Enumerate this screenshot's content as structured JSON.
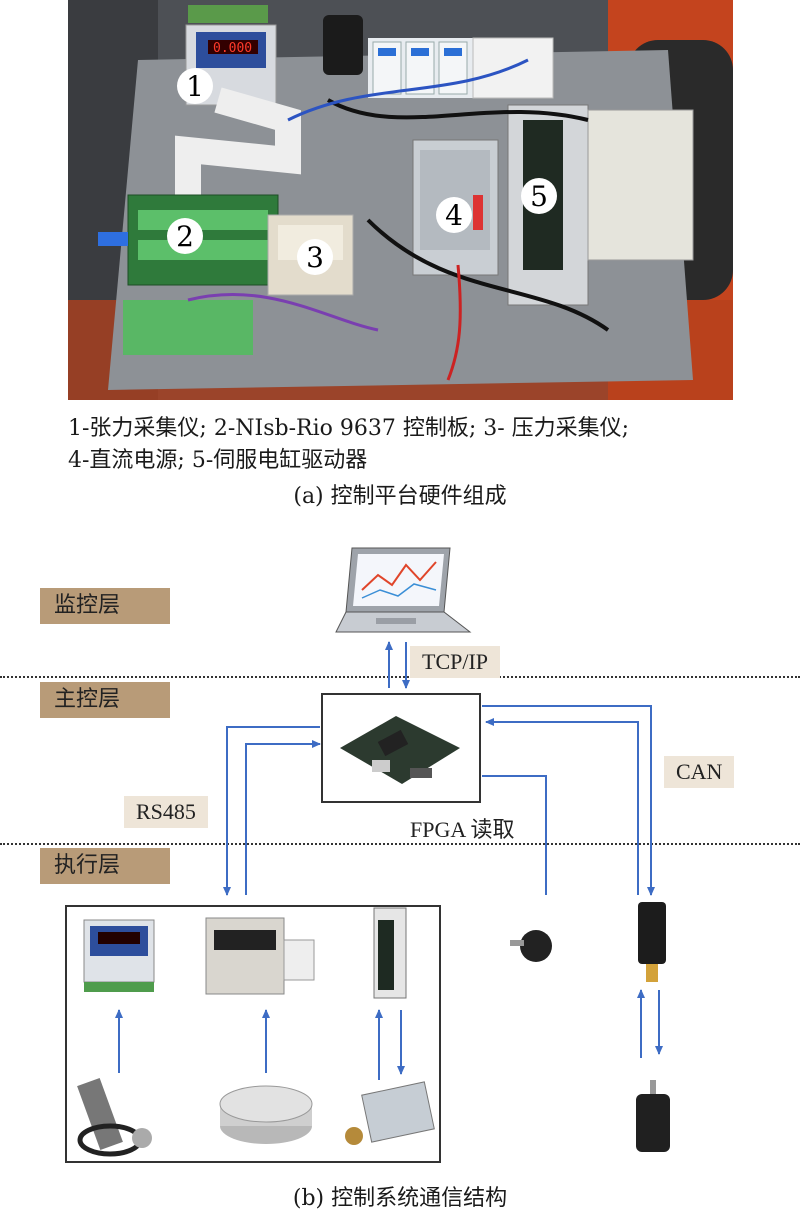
{
  "part_a": {
    "markers": [
      "1",
      "2",
      "3",
      "4",
      "5"
    ],
    "component_caption_line1": "1-张力采集仪; 2-NIsb-Rio 9637 控制板; 3- 压力采集仪;",
    "component_caption_line2": "4-直流电源; 5-伺服电缸驱动器",
    "title": "(a) 控制平台硬件组成"
  },
  "part_b": {
    "layers": {
      "monitor": "监控层",
      "master": "主控层",
      "execution": "执行层"
    },
    "links": {
      "tcpip": "TCP/IP",
      "can": "CAN",
      "rs485": "RS485",
      "fpga": "FPGA 读取"
    },
    "title": "(b) 控制系统通信结构"
  },
  "colors": {
    "arrow": "#3d6cc4",
    "layer_label_bg": "#b89b78",
    "tag_bg": "#eee5d8"
  }
}
